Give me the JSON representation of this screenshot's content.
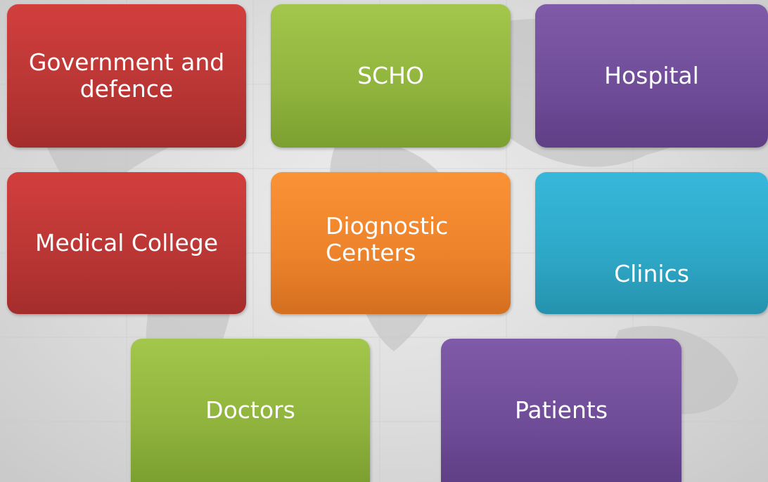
{
  "tiles": [
    {
      "label": "Government and defence",
      "color": "#c03a38"
    },
    {
      "label": "SCHO",
      "color": "#95b840"
    },
    {
      "label": "Hospital",
      "color": "#7551a0"
    },
    {
      "label": "Medical College",
      "color": "#c03a38"
    },
    {
      "label": "Diognostic Centers",
      "color": "#f28a2f"
    },
    {
      "label": "Clinics",
      "color": "#31aed0"
    },
    {
      "label": "Doctors",
      "color": "#95b840"
    },
    {
      "label": "Patients",
      "color": "#7551a0"
    }
  ]
}
